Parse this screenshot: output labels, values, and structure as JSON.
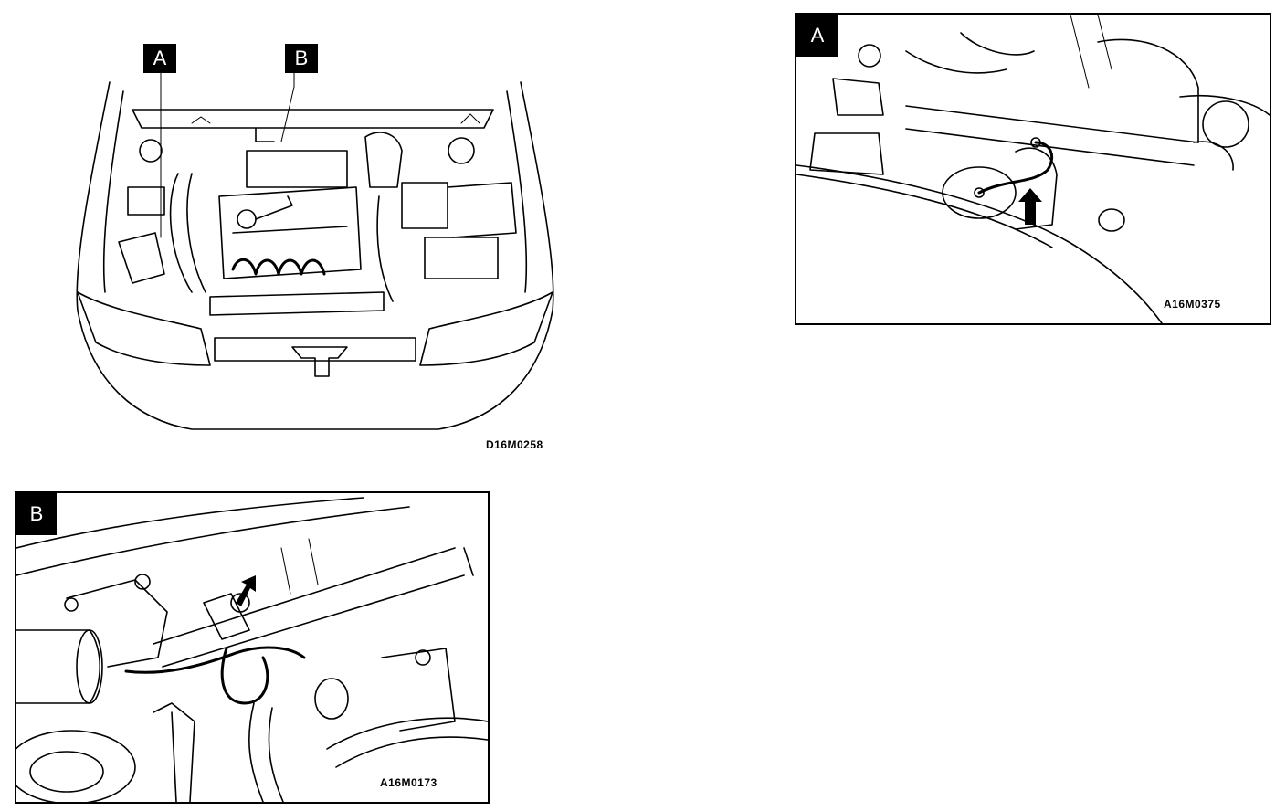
{
  "overview": {
    "callout_a": "A",
    "callout_b": "B",
    "ref_code": "D16M0258"
  },
  "detail_a": {
    "label": "A",
    "ref_code": "A16M0375"
  },
  "detail_b": {
    "label": "B",
    "ref_code": "A16M0173"
  }
}
